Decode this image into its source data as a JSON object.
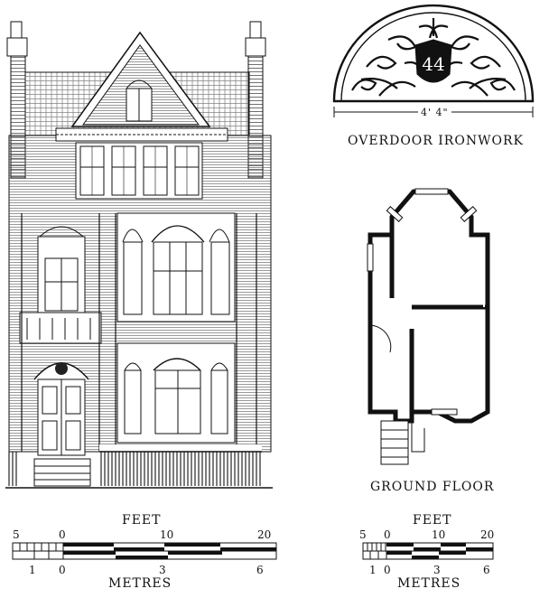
{
  "ironwork": {
    "caption": "OVERDOOR IRONWORK",
    "house_number": "44",
    "width_dimension": "4' 4\""
  },
  "plan": {
    "caption": "GROUND FLOOR"
  },
  "scale_left": {
    "feet_label": "FEET",
    "metres_label": "METRES",
    "feet_ticks": [
      "5",
      "0",
      "10",
      "20"
    ],
    "metre_ticks": [
      "1",
      "0",
      "3",
      "6"
    ]
  },
  "scale_right": {
    "feet_label": "FEET",
    "metres_label": "METRES",
    "feet_ticks": [
      "5",
      "0",
      "10",
      "20"
    ],
    "metre_ticks": [
      "1",
      "0",
      "3",
      "6"
    ]
  }
}
